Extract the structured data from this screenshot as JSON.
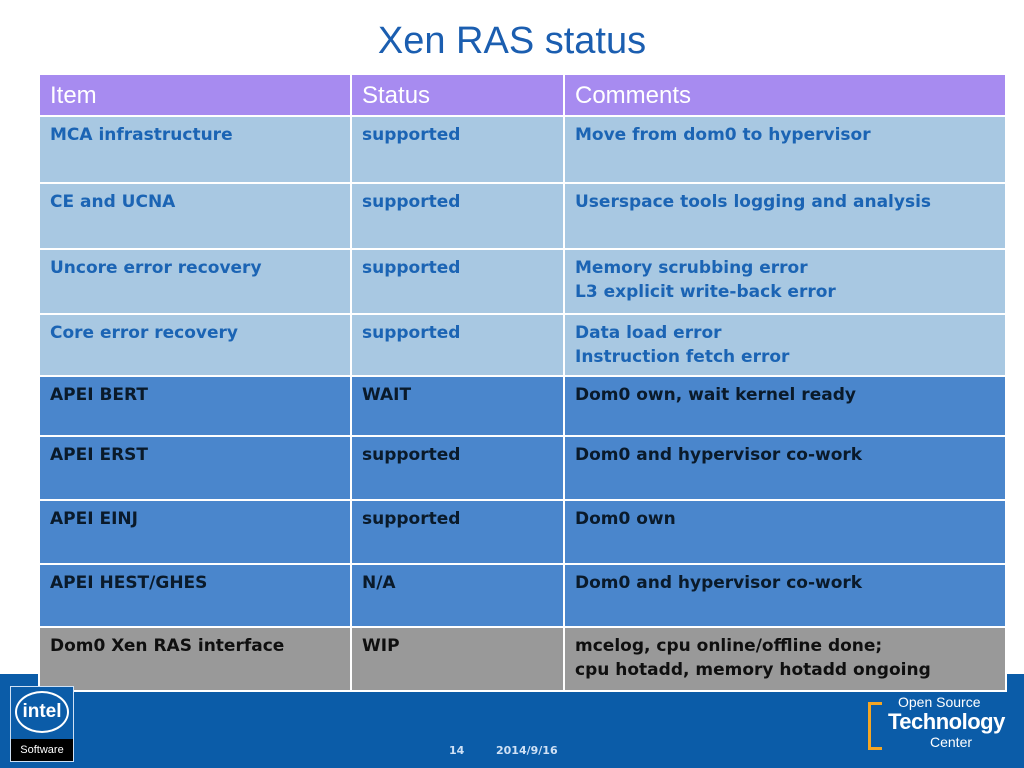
{
  "title": "Xen RAS status",
  "table": {
    "headers": [
      "Item",
      "Status",
      "Comments"
    ],
    "rows": [
      {
        "item": "MCA infrastructure",
        "status": "supported",
        "comments": [
          "Move from dom0 to hypervisor"
        ]
      },
      {
        "item": "CE and UCNA",
        "status": "supported",
        "comments": [
          "Userspace tools logging and analysis"
        ]
      },
      {
        "item": "Uncore error recovery",
        "status": "supported",
        "comments": [
          "Memory scrubbing error",
          "L3 explicit write-back error"
        ]
      },
      {
        "item": "Core error recovery",
        "status": "supported",
        "comments": [
          "Data load error",
          "Instruction fetch error"
        ]
      },
      {
        "item": "APEI BERT",
        "status": "WAIT",
        "comments": [
          "Dom0 own, wait kernel ready"
        ]
      },
      {
        "item": "APEI ERST",
        "status": "supported",
        "comments": [
          "Dom0 and hypervisor co-work"
        ]
      },
      {
        "item": "APEI EINJ",
        "status": "supported",
        "comments": [
          "Dom0 own"
        ]
      },
      {
        "item": "APEI HEST/GHES",
        "status": "N/A",
        "comments": [
          "Dom0 and hypervisor co-work"
        ]
      },
      {
        "item": "Dom0 Xen RAS interface",
        "status": "WIP",
        "comments": [
          "mcelog, cpu online/offline done;",
          "cpu hotadd, memory hotadd ongoing"
        ]
      }
    ]
  },
  "footer": {
    "page_number": "14",
    "date": "2014/9/16"
  },
  "logos": {
    "intel_word": "intel",
    "intel_software": "Software",
    "ostc_line1": "Open Source",
    "ostc_line2": "Technology",
    "ostc_line3": "Center"
  },
  "colors": {
    "title": "#1b5eb0",
    "header_bg": "#a78bf0",
    "row_light_bg": "#a8c8e2",
    "row_mid_bg": "#4a86cc",
    "row_gray_bg": "#999999",
    "footer_bg": "#0b5ca8"
  }
}
